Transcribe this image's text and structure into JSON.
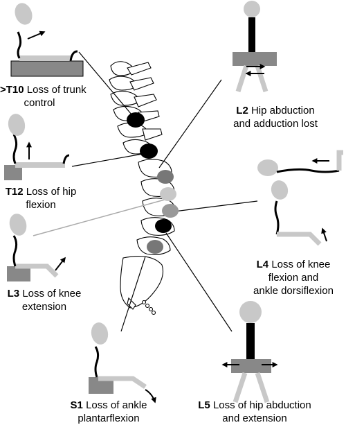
{
  "colors": {
    "black": "#000000",
    "dark_gray": "#777777",
    "mid_gray": "#999999",
    "light_gray": "#c8c8c8",
    "outline": "#000000"
  },
  "labels": {
    "t10": {
      "level": ">T10",
      "line1": "Loss of trunk",
      "line2": "control"
    },
    "t12": {
      "level": "T12",
      "line1": "Loss of hip",
      "line2": "flexion"
    },
    "l3": {
      "level": "L3",
      "line1": "Loss of knee",
      "line2": "extension"
    },
    "s1": {
      "level": "S1",
      "line1": "Loss of ankle",
      "line2": "plantarflexion"
    },
    "l2": {
      "level": "L2",
      "line1": "Hip abduction",
      "line2": "and adduction lost"
    },
    "l4": {
      "level": "L4",
      "line1": "Loss of knee",
      "line2": "flexion and",
      "line3": "ankle dorsiflexion"
    },
    "l5": {
      "level": "L5",
      "line1": "Loss of hip abduction",
      "line2": "and extension"
    }
  },
  "spine_markers": [
    {
      "level": "T10",
      "fill": "black"
    },
    {
      "level": "T12",
      "fill": "black"
    },
    {
      "level": "L2",
      "fill": "dark_gray"
    },
    {
      "level": "L3",
      "fill": "light_gray"
    },
    {
      "level": "L4",
      "fill": "mid_gray"
    },
    {
      "level": "L5",
      "fill": "black"
    },
    {
      "level": "S1",
      "fill": "dark_gray"
    }
  ]
}
